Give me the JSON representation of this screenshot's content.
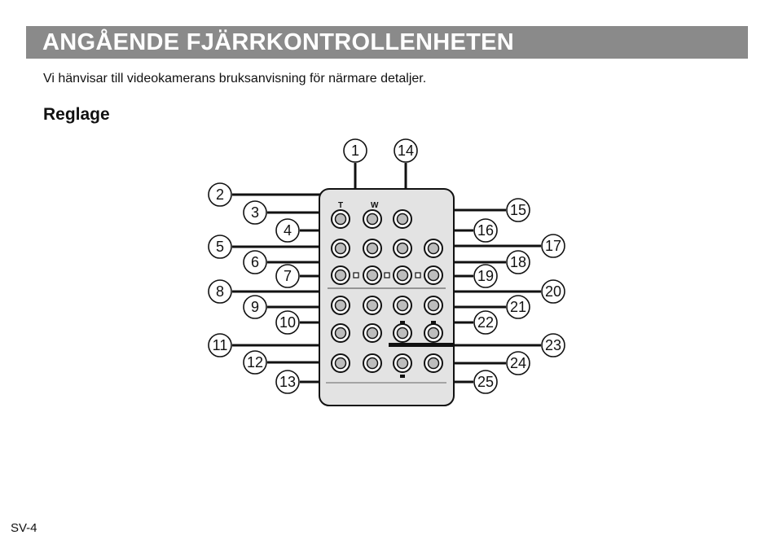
{
  "header": {
    "title": "ANGÅENDE FJÄRRKONTROLLENHETEN"
  },
  "intro_text": "Vi hänvisar till videokamerans bruksanvisning för närmare detaljer.",
  "section": {
    "heading": "Reglage"
  },
  "remote": {
    "zoom_labels": [
      "T",
      "W"
    ],
    "callouts": [
      "1",
      "2",
      "3",
      "4",
      "5",
      "6",
      "7",
      "8",
      "9",
      "10",
      "11",
      "12",
      "13",
      "14",
      "15",
      "16",
      "17",
      "18",
      "19",
      "20",
      "21",
      "22",
      "23",
      "24",
      "25"
    ]
  },
  "footer": {
    "page_number": "SV-4"
  }
}
